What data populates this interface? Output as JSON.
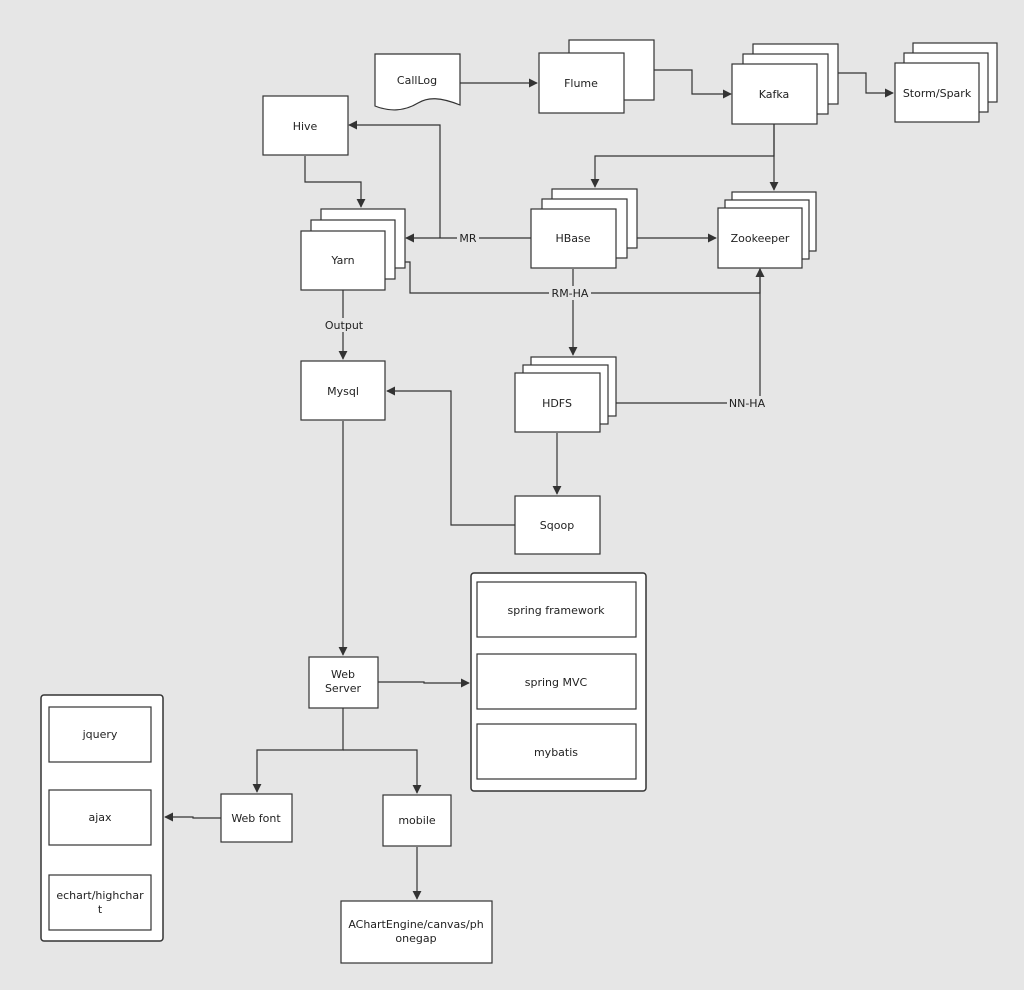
{
  "diagram": {
    "nodes": {
      "calllog": "CallLog",
      "flume": "Flume",
      "kafka": "Kafka",
      "storm_spark": "Storm/Spark",
      "hive": "Hive",
      "yarn": "Yarn",
      "hbase": "HBase",
      "zookeeper": "Zookeeper",
      "mysql": "Mysql",
      "hdfs": "HDFS",
      "sqoop": "Sqoop",
      "web_server_line1": "Web",
      "web_server_line2": "Server",
      "spring_framework": "spring framework",
      "spring_mvc": "spring MVC",
      "mybatis": "mybatis",
      "jquery": "jquery",
      "ajax": "ajax",
      "echart_line1": "echart/highchar",
      "echart_line2": "t",
      "web_font": "Web font",
      "mobile": "mobile",
      "achart_line1": "AChartEngine/canvas/ph",
      "achart_line2": "onegap"
    },
    "edge_labels": {
      "mr": "MR",
      "rm_ha": "RM-HA",
      "output": "Output",
      "nn_ha": "NN-HA"
    }
  }
}
